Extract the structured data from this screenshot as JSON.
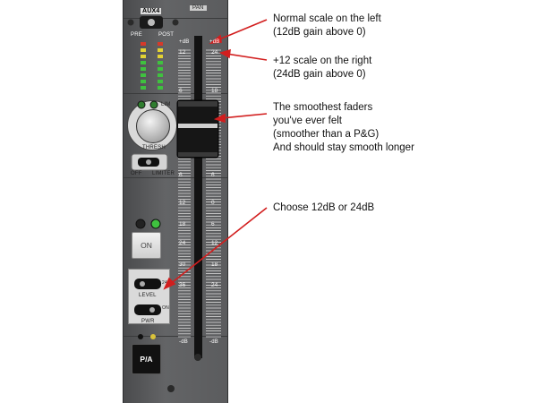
{
  "strip": {
    "aux_label": "AUX4",
    "pre_label": "PRE",
    "post_label": "POST",
    "pan_label": "PAN",
    "thresh_label": "THRESH",
    "lim_label": "LIM",
    "off_label": "OFF",
    "limiter_label": "LIMITER",
    "on_button": "ON",
    "level_label": "LEVEL",
    "pwr_label": "PWR",
    "pwr_on_label": "ON",
    "pa_button": "P/A",
    "level_24": "24"
  },
  "scale_left": {
    "top": "+dB",
    "marks": [
      "12",
      "6",
      "0",
      "6",
      "12",
      "18",
      "24",
      "30",
      "36"
    ],
    "bottom": "-dB"
  },
  "scale_right": {
    "top": "+dB",
    "marks": [
      "24",
      "18",
      "12",
      "6",
      "0",
      "6",
      "12",
      "18",
      "24"
    ],
    "bottom": "-dB"
  },
  "annotations": [
    "Normal scale on the left\n(12dB gain above 0)",
    "+12 scale on the right\n(24dB gain above 0)",
    "The smoothest faders\nyou've ever felt\n(smoother than a P&G)\nAnd should stay smooth longer",
    "Choose 12dB or 24dB"
  ],
  "colors": {
    "arrow": "#d21e1e",
    "led_green": "#3fc23f",
    "led_yellow": "#e2d234",
    "led_red": "#d63a2a",
    "panel": "#5b5c5e"
  }
}
